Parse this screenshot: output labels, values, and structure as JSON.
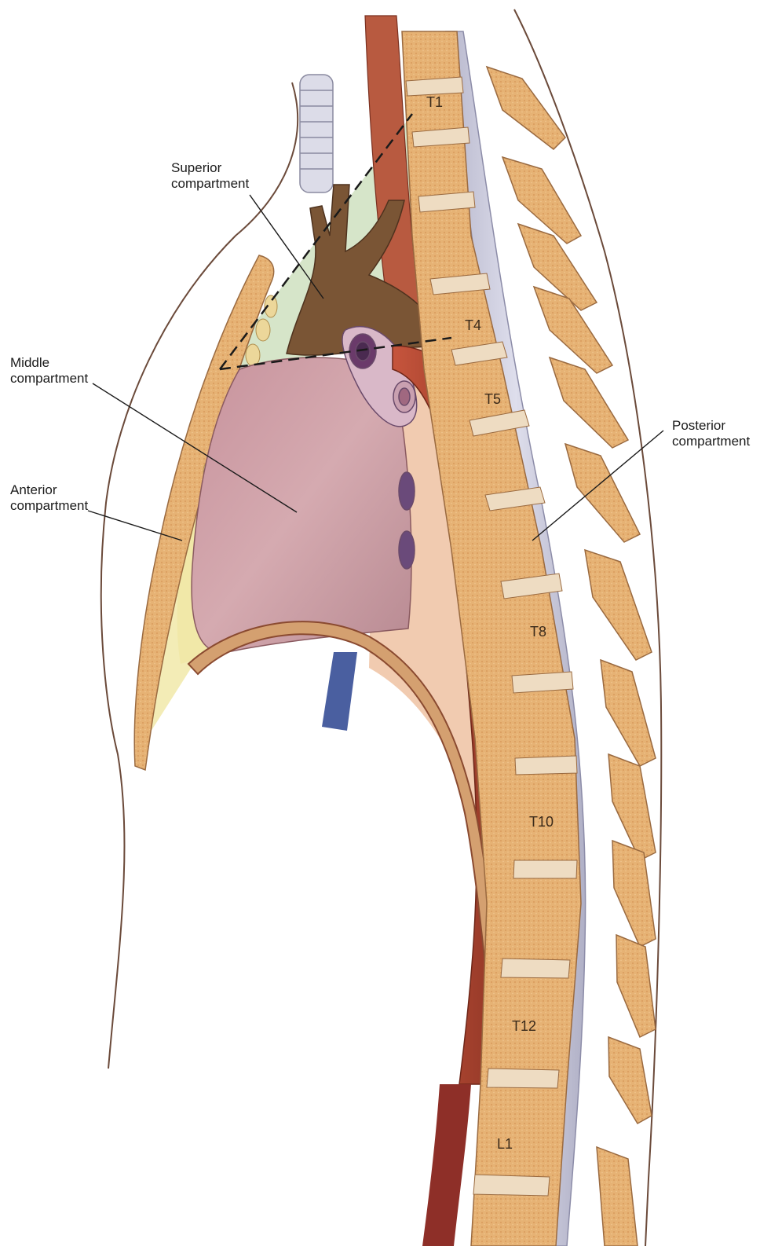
{
  "labels": {
    "superior": {
      "line1": "Superior",
      "line2": "compartment"
    },
    "middle": {
      "line1": "Middle",
      "line2": "compartment"
    },
    "anterior": {
      "line1": "Anterior",
      "line2": "compartment"
    },
    "posterior": {
      "line1": "Posterior",
      "line2": "compartment"
    }
  },
  "vertebrae": {
    "t1": "T1",
    "t4": "T4",
    "t5": "T5",
    "t8": "T8",
    "t10": "T10",
    "t12": "T12",
    "l1": "L1"
  },
  "colors": {
    "bone": "#e9b877",
    "bone_marrow": "#c97a5a",
    "disc": "#f1cfa3",
    "cord": "#c9c9dc",
    "aorta": "#b24a36",
    "heart": "#c99aa0",
    "superior_region": "#cfe0bf",
    "anterior_region": "#f3ecb6",
    "posterior_region": "#f1cbb0",
    "great_vessels": "#7a5535",
    "ivc": "#4a5fa0"
  }
}
